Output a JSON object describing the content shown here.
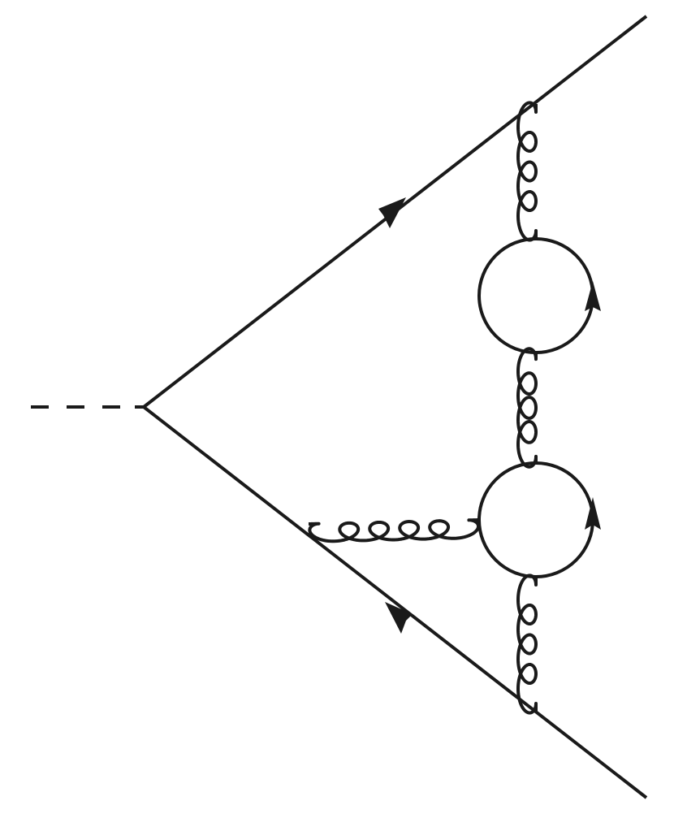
{
  "diagram": {
    "kind": "feynman-diagram",
    "colors": {
      "line": "#1a1a1a",
      "background": "#ffffff"
    },
    "elements": [
      {
        "name": "external-scalar-line",
        "style": "dashed"
      },
      {
        "name": "upper-fermion-line",
        "style": "solid",
        "arrow": "outgoing"
      },
      {
        "name": "lower-fermion-line",
        "style": "solid",
        "arrow": "incoming"
      },
      {
        "name": "gluon-propagator",
        "style": "curly",
        "count": 4
      },
      {
        "name": "fermion-loop",
        "style": "solid",
        "arrow": "counter-clockwise",
        "count": 2
      }
    ]
  }
}
